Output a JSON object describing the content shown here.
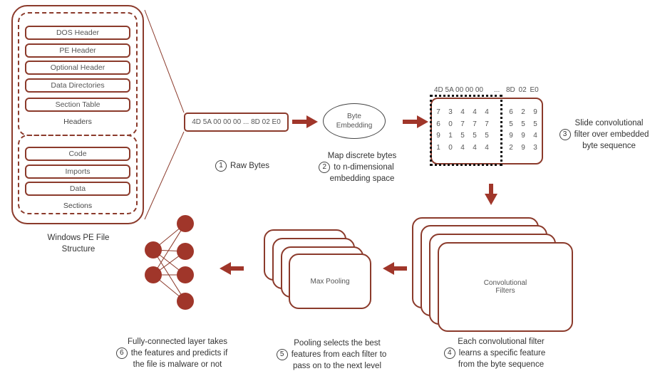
{
  "pe": {
    "headers": [
      "DOS Header",
      "PE Header",
      "Optional Header",
      "Data Directories",
      "Section Table"
    ],
    "headers_label": "Headers",
    "sections": [
      "Code",
      "Imports",
      "Data"
    ],
    "sections_label": "Sections",
    "caption_line1": "Windows PE File",
    "caption_line2": "Structure"
  },
  "raw": {
    "text": "4D 5A 00 00 00 ... 8D 02 E0",
    "num": "1",
    "caption": "Raw Bytes"
  },
  "embedding": {
    "line1": "Byte",
    "line2": "Embedding",
    "num": "2",
    "caption1": "Map discrete bytes",
    "caption2": "to n-dimensional",
    "caption3": "embedding space"
  },
  "matrix": {
    "header_left": "4D 5A  00 00 00",
    "header_dots": "...",
    "header_right": "8D  02  E0",
    "left_rows": [
      [
        "7",
        "3",
        "4",
        "4",
        "4"
      ],
      [
        "6",
        "0",
        "7",
        "7",
        "7"
      ],
      [
        "9",
        "1",
        "5",
        "5",
        "5"
      ],
      [
        "1",
        "0",
        "4",
        "4",
        "4"
      ]
    ],
    "right_rows": [
      [
        "6",
        "2",
        "9"
      ],
      [
        "5",
        "5",
        "5"
      ],
      [
        "9",
        "9",
        "4"
      ],
      [
        "2",
        "9",
        "3"
      ]
    ],
    "num": "3",
    "caption1": "Slide convolutional",
    "caption2": "filter over embedded",
    "caption3": "byte sequence"
  },
  "conv": {
    "line1": "Convolutional",
    "line2": "Filters",
    "num": "4",
    "caption1": "Each convolutional filter",
    "caption2": "learns a specific feature",
    "caption3": "from the byte sequence"
  },
  "pool": {
    "label": "Max Pooling",
    "num": "5",
    "caption1": "Pooling selects the best",
    "caption2": "features from each filter to",
    "caption3": "pass on to the next level"
  },
  "fc": {
    "num": "6",
    "caption1": "Fully-connected layer takes",
    "caption2": "the features and predicts if",
    "caption3": "the file is malware or not"
  },
  "colors": {
    "accent": "#8b3a2b",
    "node": "#a0362a"
  }
}
